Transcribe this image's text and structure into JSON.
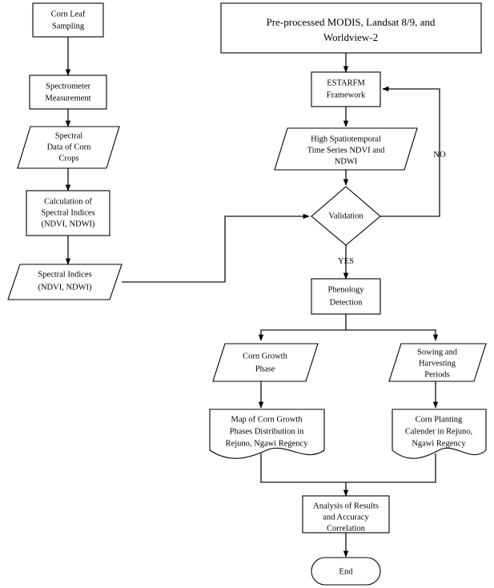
{
  "diagram": {
    "title": "Corn phenology remote sensing research workflow flowchart",
    "colors": {
      "shape_stroke": "#000000",
      "shape_fill": "#ffffff",
      "connector": "#3a3a3a",
      "background": "#ffffff"
    },
    "nodes": {
      "corn_leaf_sampling": {
        "shape": "process",
        "lines": [
          "Corn Leaf",
          "Sampling"
        ]
      },
      "spectrometer_measurement": {
        "shape": "process",
        "lines": [
          "Spectrometer",
          "Measurement"
        ]
      },
      "spectral_data_of_corn_crops": {
        "shape": "data-parallelogram",
        "lines": [
          "Spectral",
          "Data of Corn",
          "Crops"
        ]
      },
      "calculation_of_spectral_indices": {
        "shape": "process",
        "lines": [
          "Calculation of",
          "Spectral Indices",
          "(NDVI, NDWI)"
        ]
      },
      "spectral_indices": {
        "shape": "data-parallelogram",
        "lines": [
          "Spectral Indices",
          "(NDVI, NDWI)"
        ]
      },
      "preprocessed_imagery": {
        "shape": "process",
        "lines": [
          "Pre-processed MODIS, Landsat 8/9, and",
          "Worldview-2"
        ]
      },
      "estarfm_framework": {
        "shape": "process",
        "lines": [
          "ESTARFM",
          "Framework"
        ]
      },
      "high_spatiotemporal_ndvi_ndwi": {
        "shape": "data-parallelogram",
        "lines": [
          "High Spatiotemporal",
          "Time Series NDVI and",
          "NDWI"
        ]
      },
      "validation": {
        "shape": "decision-diamond",
        "lines": [
          "Validation"
        ]
      },
      "phenology_detection": {
        "shape": "process",
        "lines": [
          "Phenology",
          "Detection"
        ]
      },
      "corn_growth_phase": {
        "shape": "data-parallelogram",
        "lines": [
          "Corn Growth",
          "Phase"
        ]
      },
      "sowing_and_harvesting_periods": {
        "shape": "data-parallelogram",
        "lines": [
          "Sowing and",
          "Harvesting",
          "Periods"
        ]
      },
      "map_of_corn_growth_phases": {
        "shape": "document",
        "lines": [
          "Map of Corn Growth",
          "Phases Distribution in",
          "Rejuno, Ngawi Regency"
        ]
      },
      "corn_planting_calender": {
        "shape": "document",
        "lines": [
          "Corn Planting",
          "Calender in Rejuno,",
          "Ngawi Regency"
        ]
      },
      "analysis_of_results": {
        "shape": "process",
        "lines": [
          "Analysis of Results",
          "and Accuracy",
          "Correlation"
        ]
      },
      "end_terminator": {
        "shape": "terminator",
        "lines": [
          "End"
        ]
      }
    },
    "edge_labels": {
      "validation_no": "NO",
      "validation_yes": "YES"
    }
  }
}
